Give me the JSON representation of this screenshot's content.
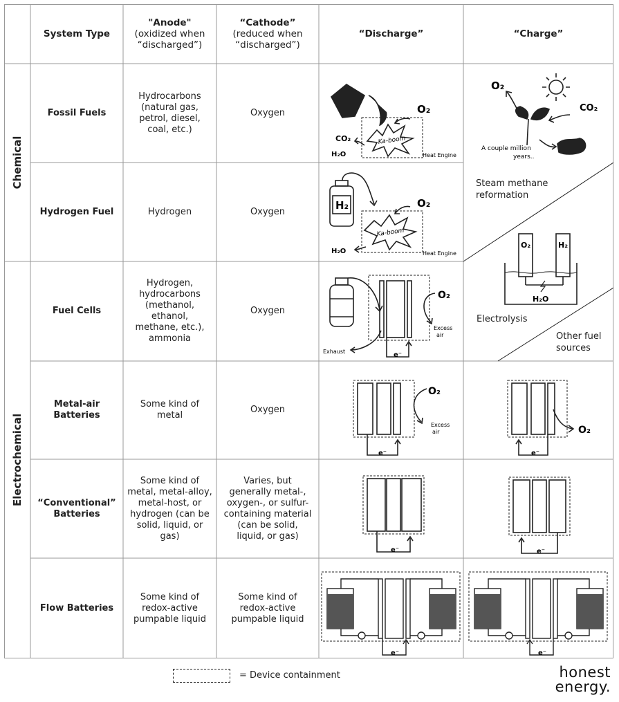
{
  "headers": {
    "system_type": "System Type",
    "anode_title": "\"Anode\"",
    "anode_sub": "(oxidized when “discharged”)",
    "cathode_title": "“Cathode”",
    "cathode_sub": "(reduced when “discharged”)",
    "discharge": "“Discharge”",
    "charge": "“Charge”"
  },
  "groups": {
    "chemical": "Chemical",
    "electrochemical": "Electrochemical"
  },
  "rows": [
    {
      "system": "Fossil Fuels",
      "anode": "Hydrocarbons (natural gas, petrol, diesel, coal, etc.)",
      "cathode": "Oxygen"
    },
    {
      "system": "Hydrogen Fuel",
      "anode": "Hydrogen",
      "cathode": "Oxygen"
    },
    {
      "system": "Fuel Cells",
      "anode": "Hydrogen, hydrocarbons (methanol, ethanol, methane, etc.), ammonia",
      "cathode": "Oxygen"
    },
    {
      "system": "Metal-air Batteries",
      "anode": "Some kind of metal",
      "cathode": "Oxygen"
    },
    {
      "system": "“Conventional” Batteries",
      "anode": "Some kind of metal, metal-alloy, metal-host, or hydrogen (can be solid, liquid, or gas)",
      "cathode": "Varies, but generally metal-, oxygen-, or sulfur-containing material (can be solid, liquid, or gas)"
    },
    {
      "system": "Flow Batteries",
      "anode": "Some kind of redox-active pumpable liquid",
      "cathode": "Some kind of redox-active pumpable liquid"
    }
  ],
  "diagram_labels": {
    "o2": "O₂",
    "co2": "CO₂",
    "h2o": "H₂O",
    "h2": "H₂",
    "kaboom": "Ka-boom",
    "heat_engine": "Heat Engine",
    "couple_million": "A couple million",
    "years": "years..",
    "exhaust": "Exhaust",
    "excess": "Excess",
    "air": "air",
    "electron": "e⁻"
  },
  "charge_labels": {
    "steam_methane_1": "Steam methane",
    "steam_methane_2": "reformation",
    "electrolysis": "Electrolysis",
    "other_fuel_1": "Other fuel",
    "other_fuel_2": "sources"
  },
  "legend": {
    "label": "=  Device containment"
  },
  "logo": {
    "line1": "honest",
    "line2": "energy."
  },
  "colors": {
    "line": "#222222",
    "grid": "#999999",
    "header_bg": "#ffffff",
    "liquid": "#555555"
  }
}
